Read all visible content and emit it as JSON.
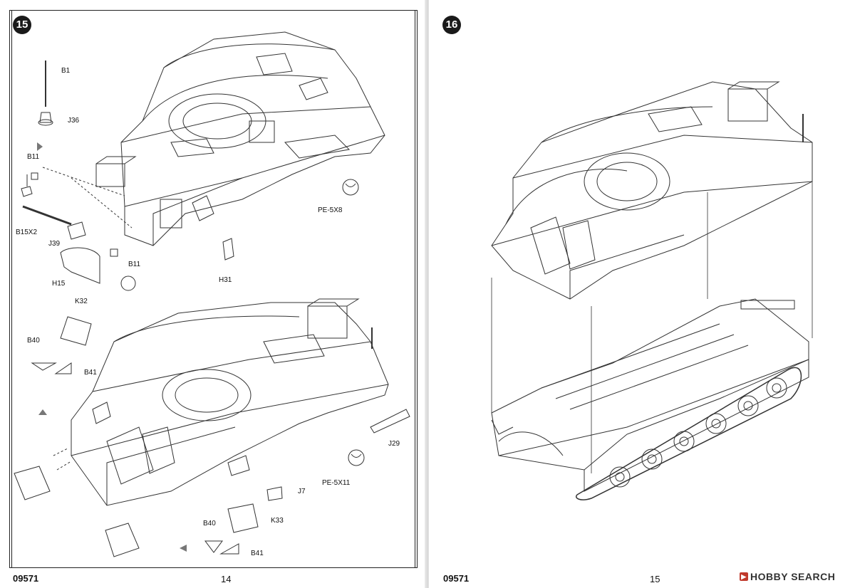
{
  "left_page": {
    "step_number": "15",
    "catalog_code": "09571",
    "page_number": "14",
    "part_labels": {
      "b1": "B1",
      "j36": "J36",
      "b11_top": "B11",
      "b15x2": "B15X2",
      "j39": "J39",
      "h15": "H15",
      "b11_bottom": "B11",
      "pe_5x8": "PE-5X8",
      "h31": "H31",
      "k32": "K32",
      "b40_top": "B40",
      "b41_top": "B41",
      "j29": "J29",
      "pe_5x11": "PE-5X11",
      "j7": "J7",
      "k33": "K33",
      "b40_bottom": "B40",
      "b41_bottom": "B41"
    }
  },
  "right_page": {
    "step_number": "16",
    "catalog_code": "09571",
    "page_number": "15"
  },
  "watermark": {
    "brand": "HOBBY SEARCH"
  },
  "colors": {
    "line_art": "#333333",
    "frame": "#222222",
    "step_badge": "#1a1a1a",
    "brand_mark": "#c0392b"
  }
}
